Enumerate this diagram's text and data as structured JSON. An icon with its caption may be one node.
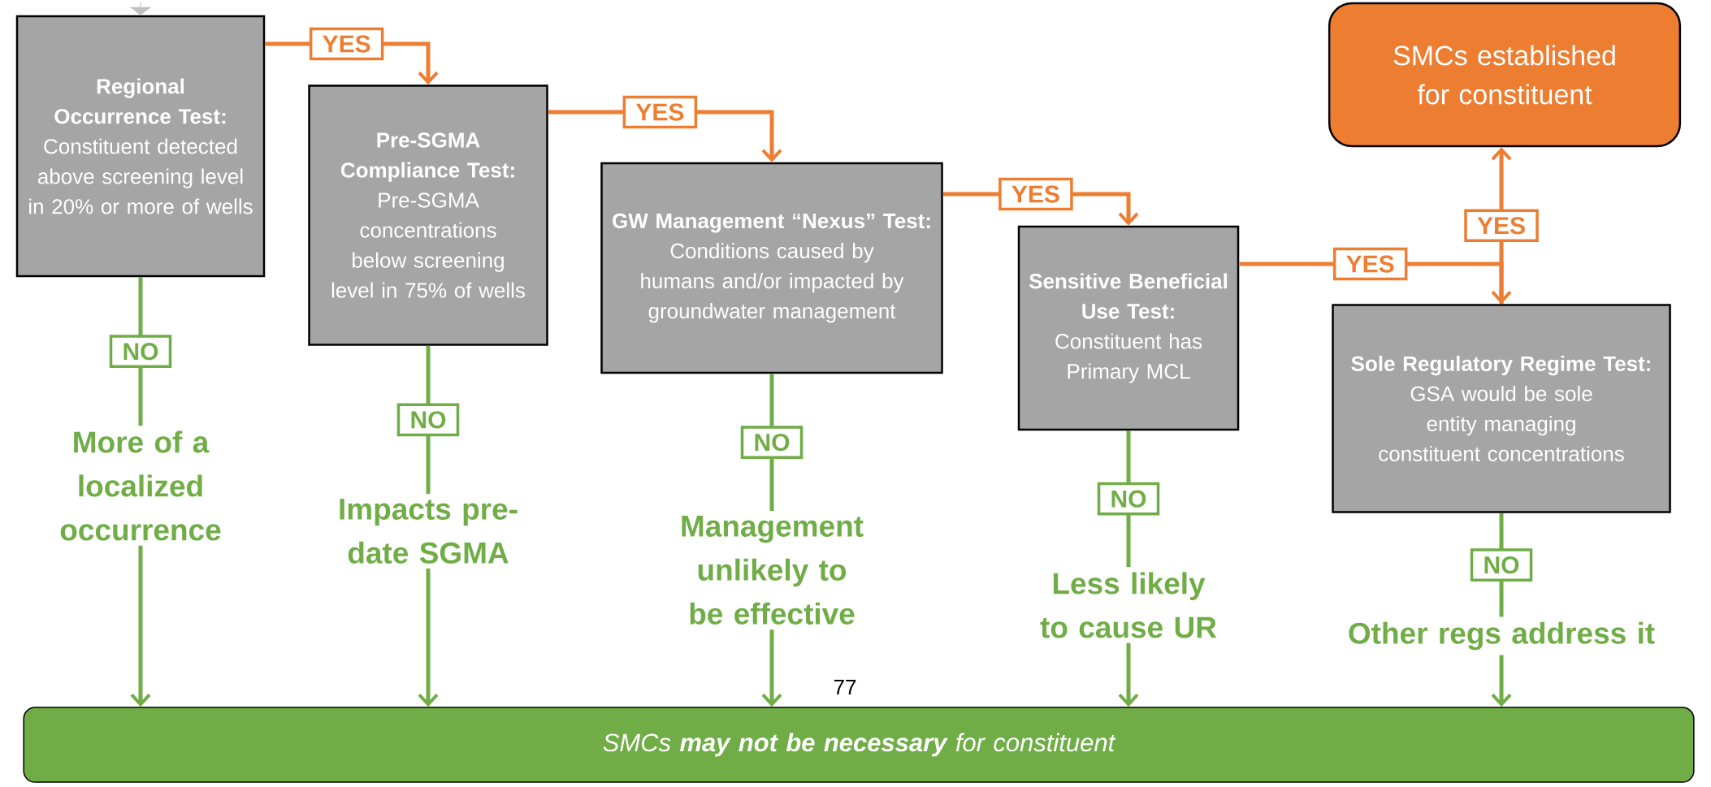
{
  "diagram": {
    "nodes": [
      {
        "text": [
          "Regional Occurrence Test:",
          "Constituent detected above screening level in 20% or more of wells"
        ]
      },
      {
        "text": [
          "Pre-SGMA Compliance Test:",
          "Pre-SGMA concentrations below screening level in 75% of wells"
        ]
      },
      {
        "text": [
          "GW Management “Nexus” Test:",
          "Conditions caused by humans and/or impacted by groundwater management"
        ]
      },
      {
        "text": [
          "Sensitive Beneficial Use Test:",
          "Constituent has Primary MCL"
        ]
      },
      {
        "text": [
          "Sole Regulatory Regime Test:",
          "GSA would be sole entity managing constituent concentrations"
        ]
      },
      {
        "text": [
          "SMCs established for constituent"
        ]
      },
      {
        "text": [
          "SMCs **may not be necessary** for constituent"
        ]
      },
      {
        "text": [
          "More of a localized occurrence"
        ]
      },
      {
        "text": [
          "Impacts pre-date SGMA"
        ]
      },
      {
        "text": [
          "Management unlikely to be effective"
        ]
      },
      {
        "text": [
          "Less likely to cause UR"
        ]
      },
      {
        "text": [
          "Other regs address it"
        ]
      }
    ],
    "edges": [
      {
        "from": 0,
        "to": 1,
        "arrow": "to",
        "label": "YES",
        "color": "#ed7d31"
      },
      {
        "from": 1,
        "to": 2,
        "arrow": "to",
        "label": "YES",
        "color": "#ed7d31"
      },
      {
        "from": 2,
        "to": 3,
        "arrow": "to",
        "label": "YES",
        "color": "#ed7d31"
      },
      {
        "from": 3,
        "to": 4,
        "arrow": "to",
        "label": "YES",
        "color": "#ed7d31"
      },
      {
        "from": 4,
        "to": 5,
        "arrow": "to",
        "label": "YES",
        "color": "#ed7d31"
      },
      {
        "from": 0,
        "to": 7,
        "arrow": "none",
        "label": "NO"
      },
      {
        "from": 7,
        "to": 6,
        "arrow": "to"
      },
      {
        "from": 1,
        "to": 8,
        "arrow": "none",
        "label": "NO"
      },
      {
        "from": 8,
        "to": 6,
        "arrow": "to"
      },
      {
        "from": 2,
        "to": 9,
        "arrow": "none",
        "label": "NO"
      },
      {
        "from": 9,
        "to": 6,
        "arrow": "to"
      },
      {
        "from": 3,
        "to": 10,
        "arrow": "none",
        "label": "NO"
      },
      {
        "from": 10,
        "to": 6,
        "arrow": "to"
      },
      {
        "from": 4,
        "to": 11,
        "arrow": "none",
        "label": "NO"
      },
      {
        "from": 11,
        "to": 6,
        "arrow": "to"
      },
      {
        "from": null,
        "to": 0,
        "arrow": "to",
        "color": "#bfbfbf"
      }
    ],
    "labels": [
      "77"
    ]
  }
}
